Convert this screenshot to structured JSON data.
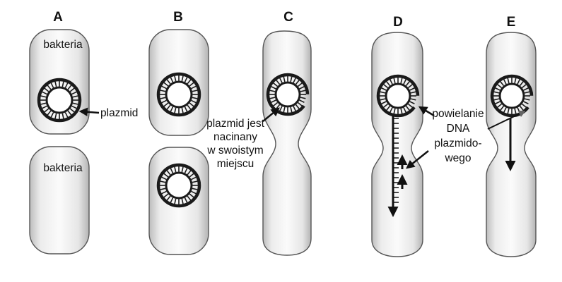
{
  "panels": {
    "a": "A",
    "b": "B",
    "c": "C",
    "d": "D",
    "e": "E"
  },
  "labels": {
    "bacteria_top": "bakteria",
    "bacteria_bottom": "bakteria",
    "plasmid": "plazmid",
    "cut_line1": "plazmid jest",
    "cut_line2": "nacinany",
    "cut_line3": "w swoistym",
    "cut_line4": "miejscu",
    "repl_line1": "powielanie",
    "repl_line2": "DNA",
    "repl_line3": "plazmido-",
    "repl_line4": "wego"
  },
  "colors": {
    "cell_fill_light": "#fafafa",
    "cell_fill_dark": "#c8c8c8",
    "cell_stroke": "#555555",
    "plasmid": "#1a1a1a",
    "arrow": "#111111",
    "arrow_gray": "#666666"
  }
}
